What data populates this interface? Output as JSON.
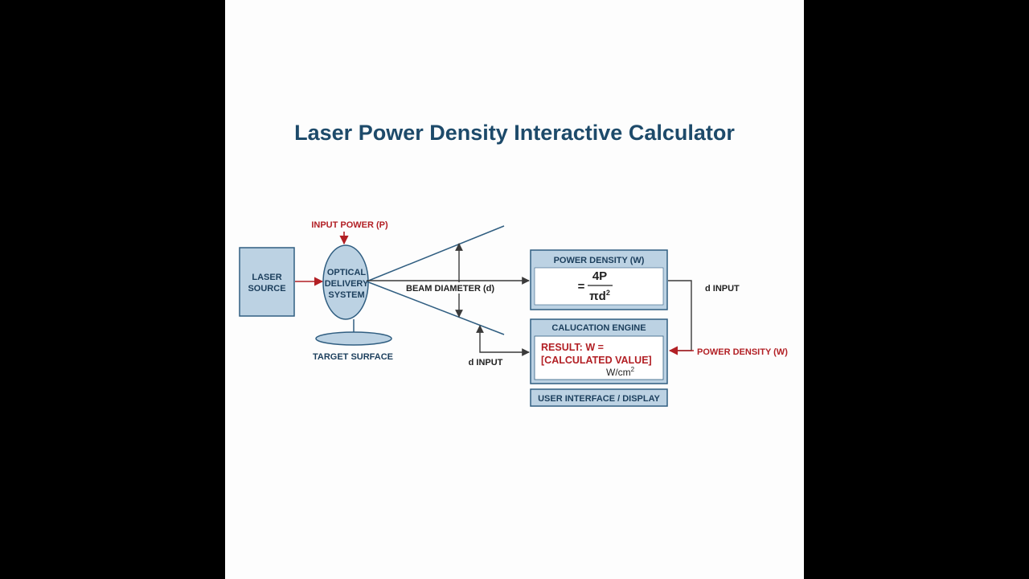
{
  "title": "Laser Power Density Interactive Calculator",
  "colors": {
    "box_fill": "#bcd2e3",
    "box_stroke": "#305e81",
    "title": "#1d4a6a",
    "input_red": "#b21f24",
    "arrow_dark": "#3a3a3a"
  },
  "diagram": {
    "laser_source": {
      "line1": "LASER",
      "line2": "SOURCE"
    },
    "input_power_label": "INPUT POWER (P)",
    "optical_delivery": {
      "line1": "OPTICAL",
      "line2": "DELIVERY",
      "line3": "SYSTEM"
    },
    "target_surface_label": "TARGET SURFACE",
    "beam_diameter_label": "BEAM DIAMETER (d)",
    "d_input_left_label": "d INPUT",
    "d_input_right_label": "d INPUT",
    "power_density_right_label": "POWER DENSITY (W)",
    "power_density_box": {
      "header": "POWER DENSITY (W)",
      "equals": "=",
      "numerator": "4P",
      "pi": "π",
      "d": "d",
      "exp": "2"
    },
    "calc_engine_box": {
      "header": "CALUCATION ENGINE",
      "result_line1": "RESULT: W =",
      "result_line2": "[CALCULATED VALUE]",
      "unit_base": "W/cm",
      "unit_exp": "2"
    },
    "ui_display_label": "USER INTERFACE / DISPLAY"
  }
}
